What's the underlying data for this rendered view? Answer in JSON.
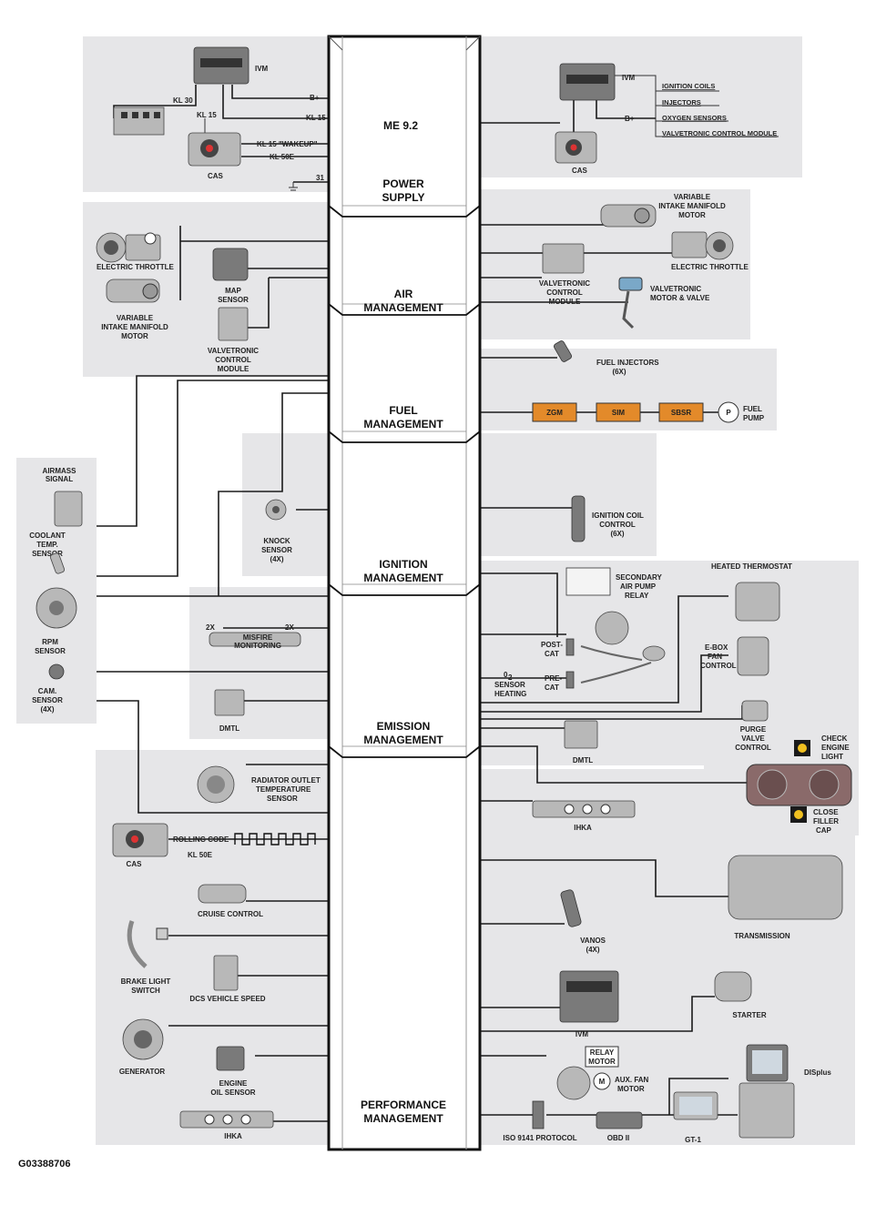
{
  "sections": {
    "me": "ME  9.2",
    "power1": "POWER",
    "power2": "SUPPLY",
    "air1": "AIR",
    "air2": "MANAGEMENT",
    "fuel1": "FUEL",
    "fuel2": "MANAGEMENT",
    "ign1": "IGNITION",
    "ign2": "MANAGEMENT",
    "emi1": "EMISSION",
    "emi2": "MANAGEMENT",
    "perf1": "PERFORMANCE",
    "perf2": "MANAGEMENT"
  },
  "power_left": {
    "ivm": "IVM",
    "kl30": "KL 30",
    "bplus": "B+",
    "kl15a": "KL 15",
    "kl15b": "KL 15",
    "wakeup": "KL 15 \"WAKEUP\"",
    "kl50e": "KL 50E",
    "cas": "CAS",
    "g31": "31"
  },
  "power_right": {
    "ivm": "IVM",
    "coils": "IGNITION COILS",
    "inj": "INJECTORS",
    "o2": "OXYGEN SENSORS",
    "valv": "VALVETRONIC CONTROL MODULE",
    "bplus": "B+",
    "cas": "CAS"
  },
  "air_left": {
    "throttle": "ELECTRIC THROTTLE",
    "vim1": "VARIABLE",
    "vim2": "INTAKE MANIFOLD",
    "vim3": "MOTOR",
    "map1": "MAP",
    "map2": "SENSOR",
    "vcm1": "VALVETRONIC",
    "vcm2": "CONTROL",
    "vcm3": "MODULE"
  },
  "air_right": {
    "vim1": "VARIABLE",
    "vim2": "INTAKE MANIFOLD",
    "vim3": "MOTOR",
    "throttle": "ELECTRIC THROTTLE",
    "vcm1": "VALVETRONIC",
    "vcm2": "CONTROL",
    "vcm3": "MODULE",
    "vmv1": "VALVETRONIC",
    "vmv2": "MOTOR & VALVE"
  },
  "fuel": {
    "inj1": "FUEL INJECTORS",
    "inj2": "(6X)",
    "zgm": "ZGM",
    "sim": "SIM",
    "sbsr": "SBSR",
    "p": "P",
    "pump1": "FUEL",
    "pump2": "PUMP"
  },
  "sensors_left": {
    "airmass1": "AIRMASS",
    "airmass2": "SIGNAL",
    "cool1": "COOLANT",
    "cool2": "TEMP.",
    "cool3": "SENSOR",
    "rpm1": "RPM",
    "rpm2": "SENSOR",
    "cam1": "CAM.",
    "cam2": "SENSOR",
    "cam3": "(4X)"
  },
  "ignition": {
    "knock1": "KNOCK",
    "knock2": "SENSOR",
    "knock3": "(4X)",
    "coil1": "IGNITION COIL",
    "coil2": "CONTROL",
    "coil3": "(6X)"
  },
  "emission_left": {
    "x2a": "2X",
    "x2b": "2X",
    "misfire1": "MISFIRE",
    "misfire2": "MONITORING",
    "dmtl": "DMTL"
  },
  "emission_right": {
    "sec1": "SECONDARY",
    "sec2": "AIR PUMP",
    "sec3": "RELAY",
    "post1": "POST-",
    "post2": "CAT",
    "pre1": "PRE-",
    "pre2": "CAT",
    "o2a": "0",
    "o2sub": "2",
    "o2b": "SENSOR",
    "o2c": "HEATING",
    "therm": "HEATED THERMOSTAT",
    "ebox1": "E-BOX",
    "ebox2": "FAN",
    "ebox3": "CONTROL",
    "purge1": "PURGE",
    "purge2": "VALVE",
    "purge3": "CONTROL",
    "dmtl": "DMTL",
    "cel1": "CHECK",
    "cel2": "ENGINE",
    "cel3": "LIGHT",
    "cfc1": "CLOSE",
    "cfc2": "FILLER",
    "cfc3": "CAP"
  },
  "perf_left": {
    "rad1": "RADIATOR OUTLET",
    "rad2": "TEMPERATURE",
    "rad3": "SENSOR",
    "rolling": "ROLLING CODE",
    "cas": "CAS",
    "kl50e": "KL 50E",
    "cruise": "CRUISE CONTROL",
    "brake1": "BRAKE LIGHT",
    "brake2": "SWITCH",
    "dcs": "DCS VEHICLE SPEED",
    "gen": "GENERATOR",
    "eos1": "ENGINE",
    "eos2": "OIL SENSOR",
    "ihka": "IHKA"
  },
  "perf_right": {
    "ihka": "IHKA",
    "trans": "TRANSMISSION",
    "vanos1": "VANOS",
    "vanos2": "(4X)",
    "starter": "STARTER",
    "ivm": "IVM",
    "relay1": "RELAY",
    "relay2": "MOTOR",
    "m": "M",
    "aux1": "AUX. FAN",
    "aux2": "MOTOR",
    "dis": "DISplus",
    "iso": "ISO 9141 PROTOCOL",
    "obd": "OBD II",
    "gt1": "GT-1"
  },
  "footer": "G03388706"
}
